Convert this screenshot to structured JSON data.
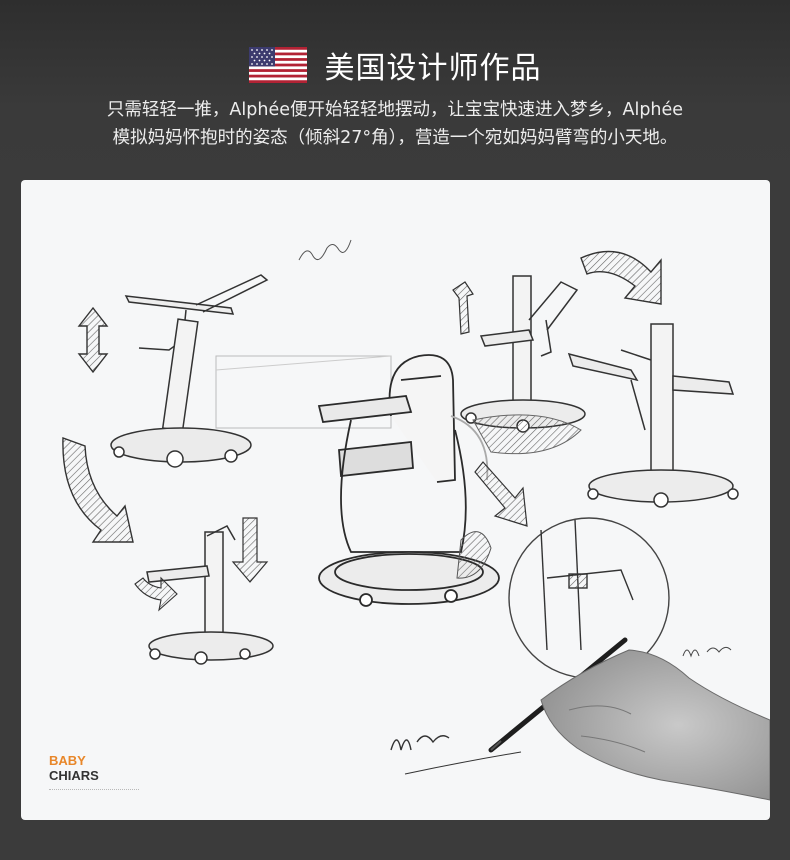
{
  "header": {
    "title": "美国设计师作品",
    "flag_icon": "us-flag-icon"
  },
  "description": {
    "line1": "只需轻轻一推，Alphée便开始轻轻地摆动，让宝宝快速进入梦乡，Alphée",
    "line2": "模拟妈妈怀抱时的姿态（倾斜27°角），营造一个宛如妈妈臂弯的小天地。"
  },
  "sketch": {
    "brand_line1": "BABY",
    "brand_line2": "CHIARS",
    "colors": {
      "paper": "#f6f7f8",
      "ink": "#2b2b2b",
      "accent": "#e8872a"
    }
  }
}
